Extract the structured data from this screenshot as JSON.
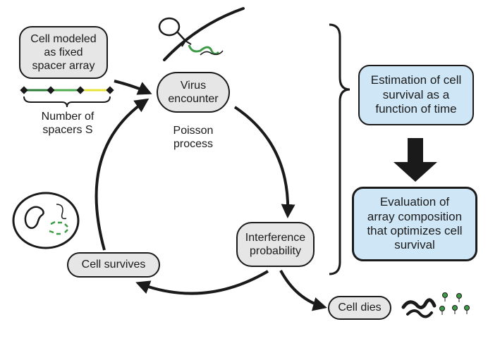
{
  "nodes": {
    "cell_modeled": "Cell modeled\nas fixed\nspacer array",
    "virus_encounter": "Virus\nencounter",
    "interference": "Interference\nprobability",
    "cell_survives": "Cell survives",
    "cell_dies": "Cell dies",
    "estimation": "Estimation of cell\nsurvival as a\nfunction of time",
    "evaluation": "Evaluation of\narray composition\nthat optimizes cell\nsurvival"
  },
  "labels": {
    "spacers": "Number of\nspacers S",
    "poisson": "Poisson\nprocess"
  },
  "colors": {
    "stroke": "#1a1a1a",
    "node_fill": "#e6e6e6",
    "blue_fill": "#cfe6f6",
    "spacer_dark_green": "#2e7d3a",
    "spacer_green": "#4cae4f",
    "spacer_yellow": "#e6e43c",
    "phage_green": "#3d9a46"
  }
}
